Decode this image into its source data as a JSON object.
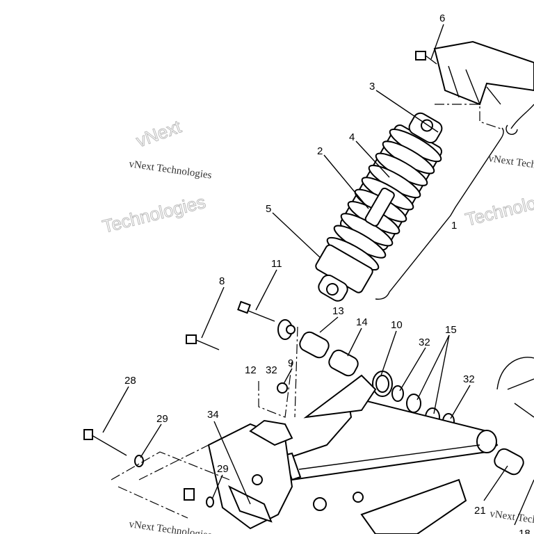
{
  "title": "Rear shock and swing arm exploded parts diagram",
  "watermark": {
    "line1": "vNext Technologies",
    "line2a": "vNext",
    "line2b": "Technologies"
  },
  "callouts": [
    {
      "id": "c6",
      "label": "6"
    },
    {
      "id": "c3",
      "label": "3"
    },
    {
      "id": "c4",
      "label": "4"
    },
    {
      "id": "c2",
      "label": "2"
    },
    {
      "id": "c5",
      "label": "5"
    },
    {
      "id": "c1",
      "label": "1"
    },
    {
      "id": "c11",
      "label": "11"
    },
    {
      "id": "c8",
      "label": "8"
    },
    {
      "id": "c13",
      "label": "13"
    },
    {
      "id": "c14",
      "label": "14"
    },
    {
      "id": "c10",
      "label": "10"
    },
    {
      "id": "c32a",
      "label": "32"
    },
    {
      "id": "c15",
      "label": "15"
    },
    {
      "id": "c12",
      "label": "12"
    },
    {
      "id": "c32b",
      "label": "32"
    },
    {
      "id": "c9",
      "label": "9"
    },
    {
      "id": "c28",
      "label": "28"
    },
    {
      "id": "c29a",
      "label": "29"
    },
    {
      "id": "c34",
      "label": "34"
    },
    {
      "id": "c29b",
      "label": "29"
    },
    {
      "id": "c32c",
      "label": "32"
    },
    {
      "id": "c21",
      "label": "21"
    },
    {
      "id": "c18",
      "label": "18"
    }
  ]
}
